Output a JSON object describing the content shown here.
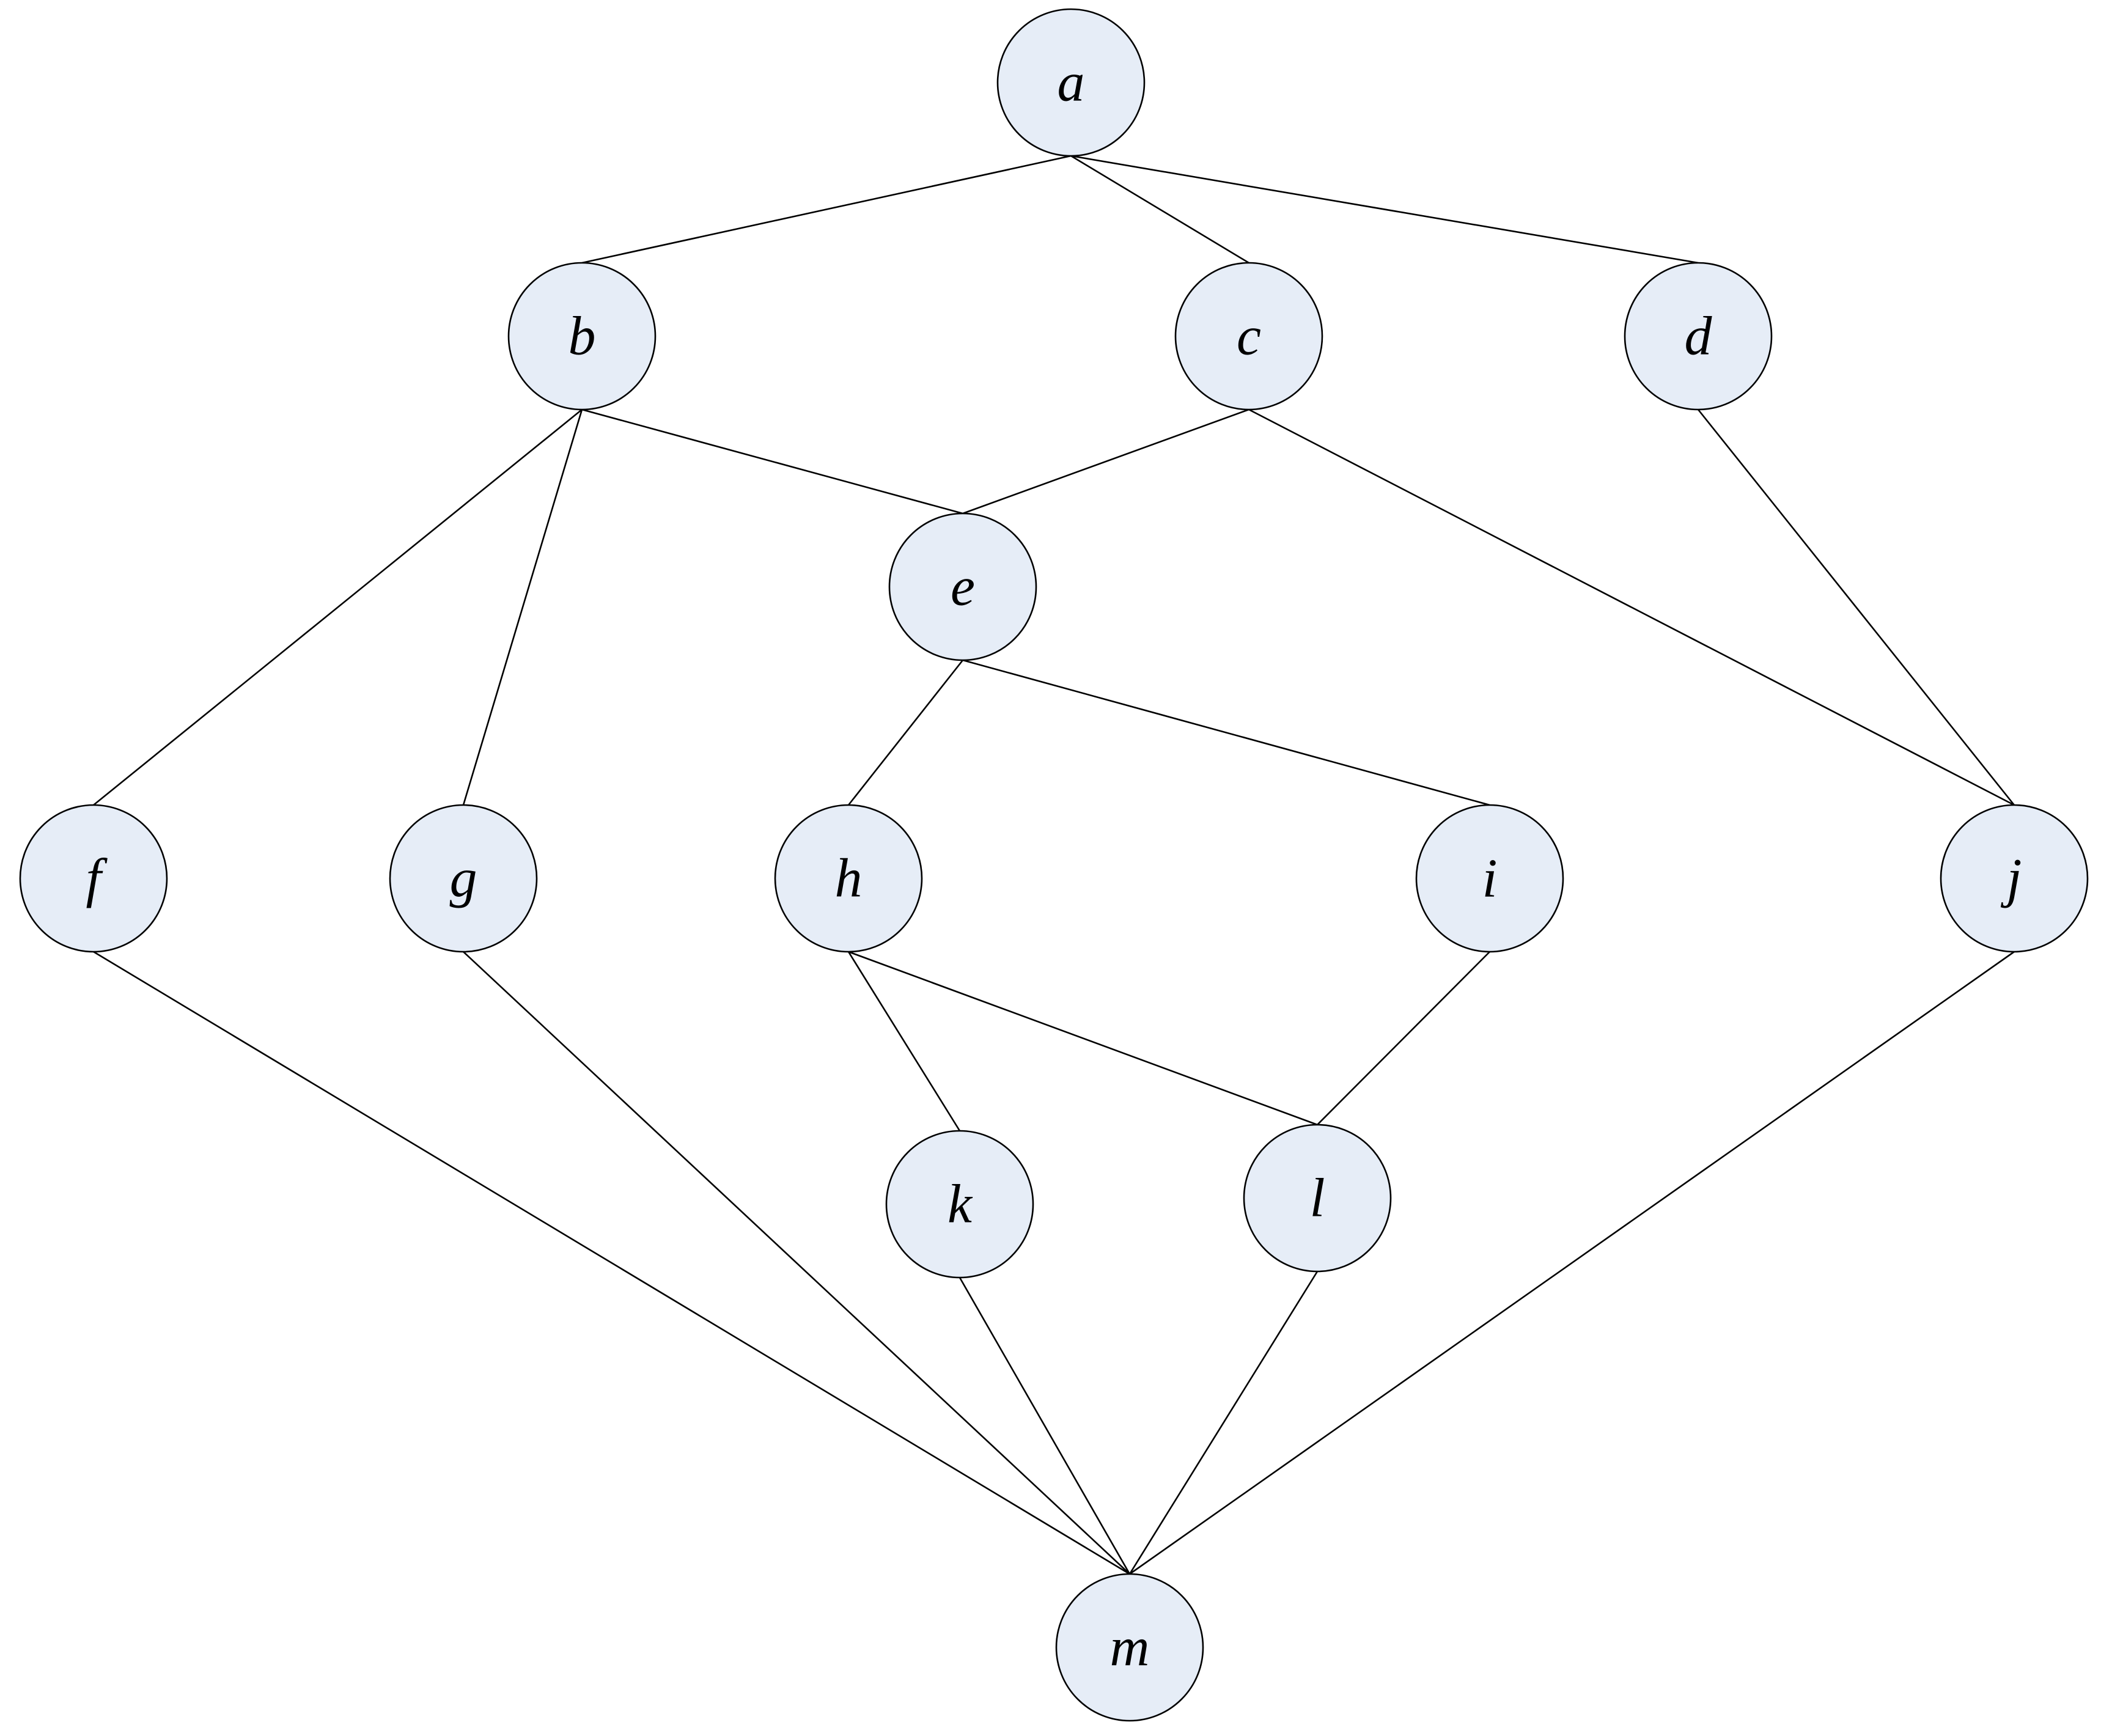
{
  "diagram": {
    "type": "graph",
    "node_fill": "#e6edf7",
    "line_color": "#000000",
    "nodes": [
      {
        "id": "a",
        "label": "a"
      },
      {
        "id": "b",
        "label": "b"
      },
      {
        "id": "c",
        "label": "c"
      },
      {
        "id": "d",
        "label": "d"
      },
      {
        "id": "e",
        "label": "e"
      },
      {
        "id": "f",
        "label": "f"
      },
      {
        "id": "g",
        "label": "g"
      },
      {
        "id": "h",
        "label": "h"
      },
      {
        "id": "i",
        "label": "i"
      },
      {
        "id": "j",
        "label": "j"
      },
      {
        "id": "k",
        "label": "k"
      },
      {
        "id": "l",
        "label": "l"
      },
      {
        "id": "m",
        "label": "m"
      }
    ],
    "edges": [
      [
        "a",
        "b"
      ],
      [
        "a",
        "c"
      ],
      [
        "a",
        "d"
      ],
      [
        "b",
        "e"
      ],
      [
        "b",
        "f"
      ],
      [
        "b",
        "g"
      ],
      [
        "c",
        "e"
      ],
      [
        "c",
        "j"
      ],
      [
        "d",
        "j"
      ],
      [
        "e",
        "h"
      ],
      [
        "e",
        "i"
      ],
      [
        "f",
        "m"
      ],
      [
        "g",
        "m"
      ],
      [
        "h",
        "k"
      ],
      [
        "h",
        "l"
      ],
      [
        "i",
        "l"
      ],
      [
        "j",
        "m"
      ],
      [
        "k",
        "m"
      ],
      [
        "l",
        "m"
      ]
    ]
  }
}
